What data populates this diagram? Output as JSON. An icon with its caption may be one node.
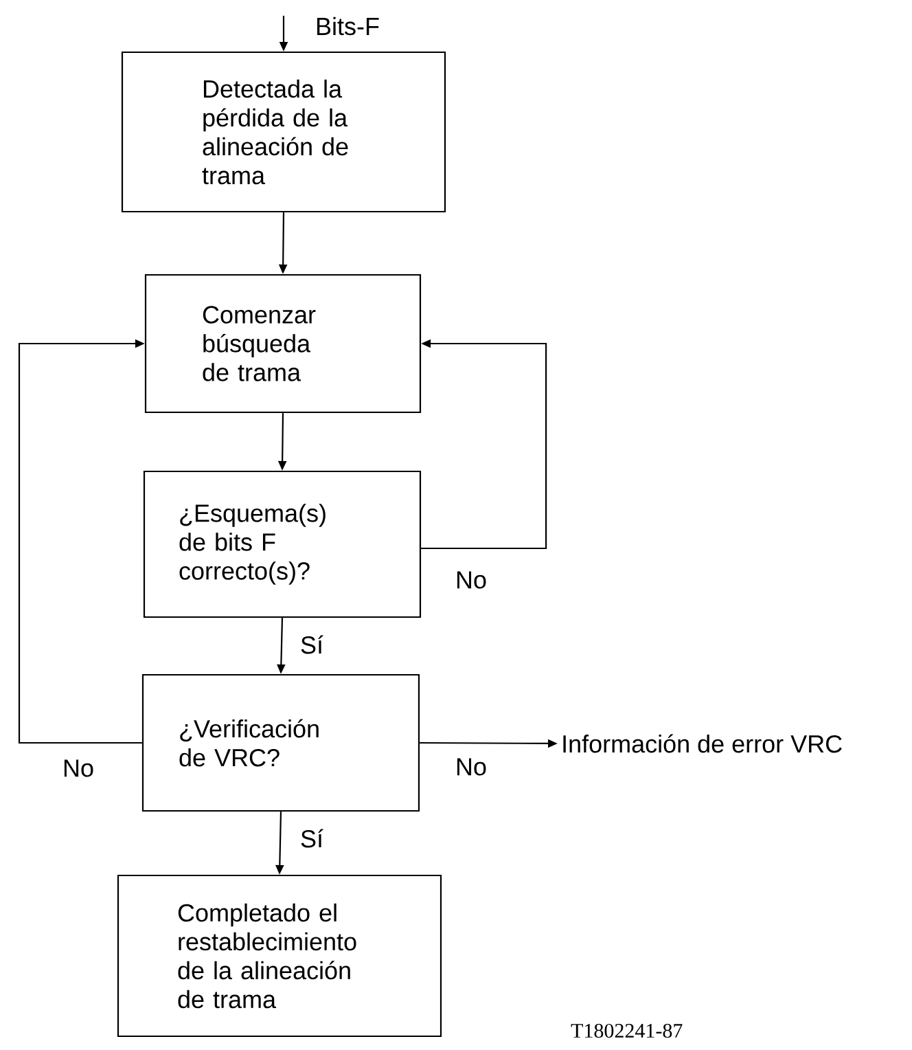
{
  "diagram": {
    "nodes": [
      {
        "text": [
          "Detectada la pérdida de la alineación de trama"
        ]
      },
      {
        "text": [
          "Comenzar búsqueda de trama"
        ]
      },
      {
        "text": [
          "¿Esquema(s) de bits F correcto(s)?"
        ]
      },
      {
        "text": [
          "¿Verificación de VRC?"
        ]
      },
      {
        "text": [
          "Completado el restablecimiento de la alineación de trama"
        ]
      },
      {
        "text": [
          "Información de error VRC"
        ]
      }
    ],
    "edges": [
      {
        "from": null,
        "to": 0,
        "arrow": "to",
        "label": "Bits-F"
      },
      {
        "from": 0,
        "to": 1,
        "arrow": "to"
      },
      {
        "from": 1,
        "to": 2,
        "arrow": "to"
      },
      {
        "from": 2,
        "to": 1,
        "arrow": "to",
        "label": "No"
      },
      {
        "from": 2,
        "to": 3,
        "arrow": "to",
        "label": "Sí"
      },
      {
        "from": 3,
        "to": 1,
        "arrow": "to",
        "label": "No"
      },
      {
        "from": 3,
        "to": 5,
        "arrow": "to",
        "label": "No"
      },
      {
        "from": 3,
        "to": 4,
        "arrow": "to",
        "label": "Sí"
      }
    ],
    "labels": [
      "T1802241-87"
    ]
  }
}
